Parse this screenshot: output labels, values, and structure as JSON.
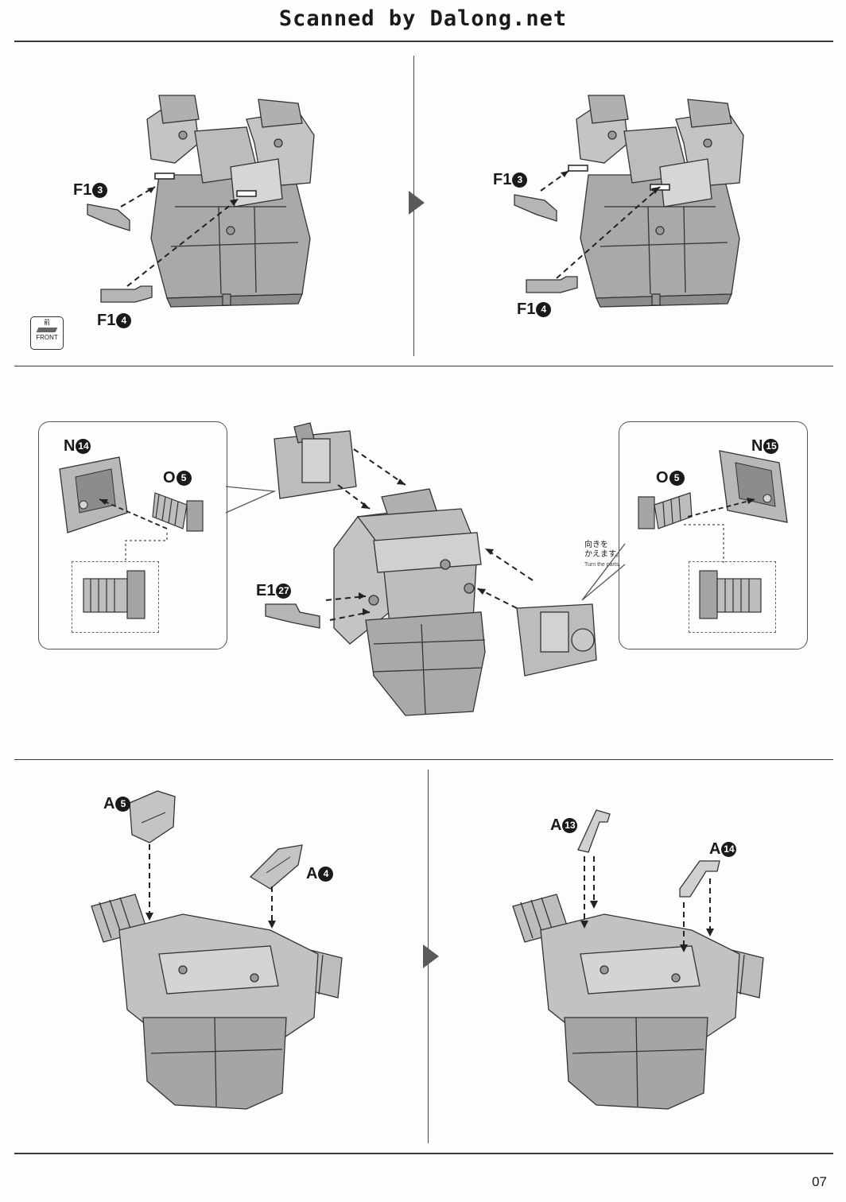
{
  "header": {
    "title": "Scanned by Dalong.net"
  },
  "steps": {
    "step1": {
      "label_f13": "F1",
      "num_f13": "3",
      "label_f14": "F1",
      "num_f14": "4"
    },
    "step2": {
      "label_f13": "F1",
      "num_f13": "3",
      "label_f14": "F1",
      "num_f14": "4"
    },
    "step3": {
      "left_callout": {
        "label_n": "N",
        "num_n": "14",
        "label_o": "O",
        "num_o": "5"
      },
      "right_callout": {
        "label_n": "N",
        "num_n": "15",
        "label_o": "O",
        "num_o": "5"
      },
      "label_e": "E1",
      "num_e": "27",
      "note_jp": "向きを\nかえます。",
      "note_en": "Turn the parts."
    },
    "step4": {
      "label_a5": "A",
      "num_a5": "5",
      "label_a4": "A",
      "num_a4": "4"
    },
    "step5": {
      "label_a13": "A",
      "num_a13": "13",
      "label_a14": "A",
      "num_a14": "14"
    }
  },
  "front_icon": {
    "jp": "前",
    "en": "FRONT"
  },
  "footer": {
    "page_number": "07"
  },
  "colors": {
    "part_fill": "#b8b8b8",
    "part_dark": "#8c8c8c",
    "part_light": "#d6d6d6",
    "line": "#333333",
    "rule": "#3a3a3a"
  },
  "icons": [
    "step-arrow-icon",
    "front-direction-icon",
    "insertion-arrow-icon"
  ]
}
